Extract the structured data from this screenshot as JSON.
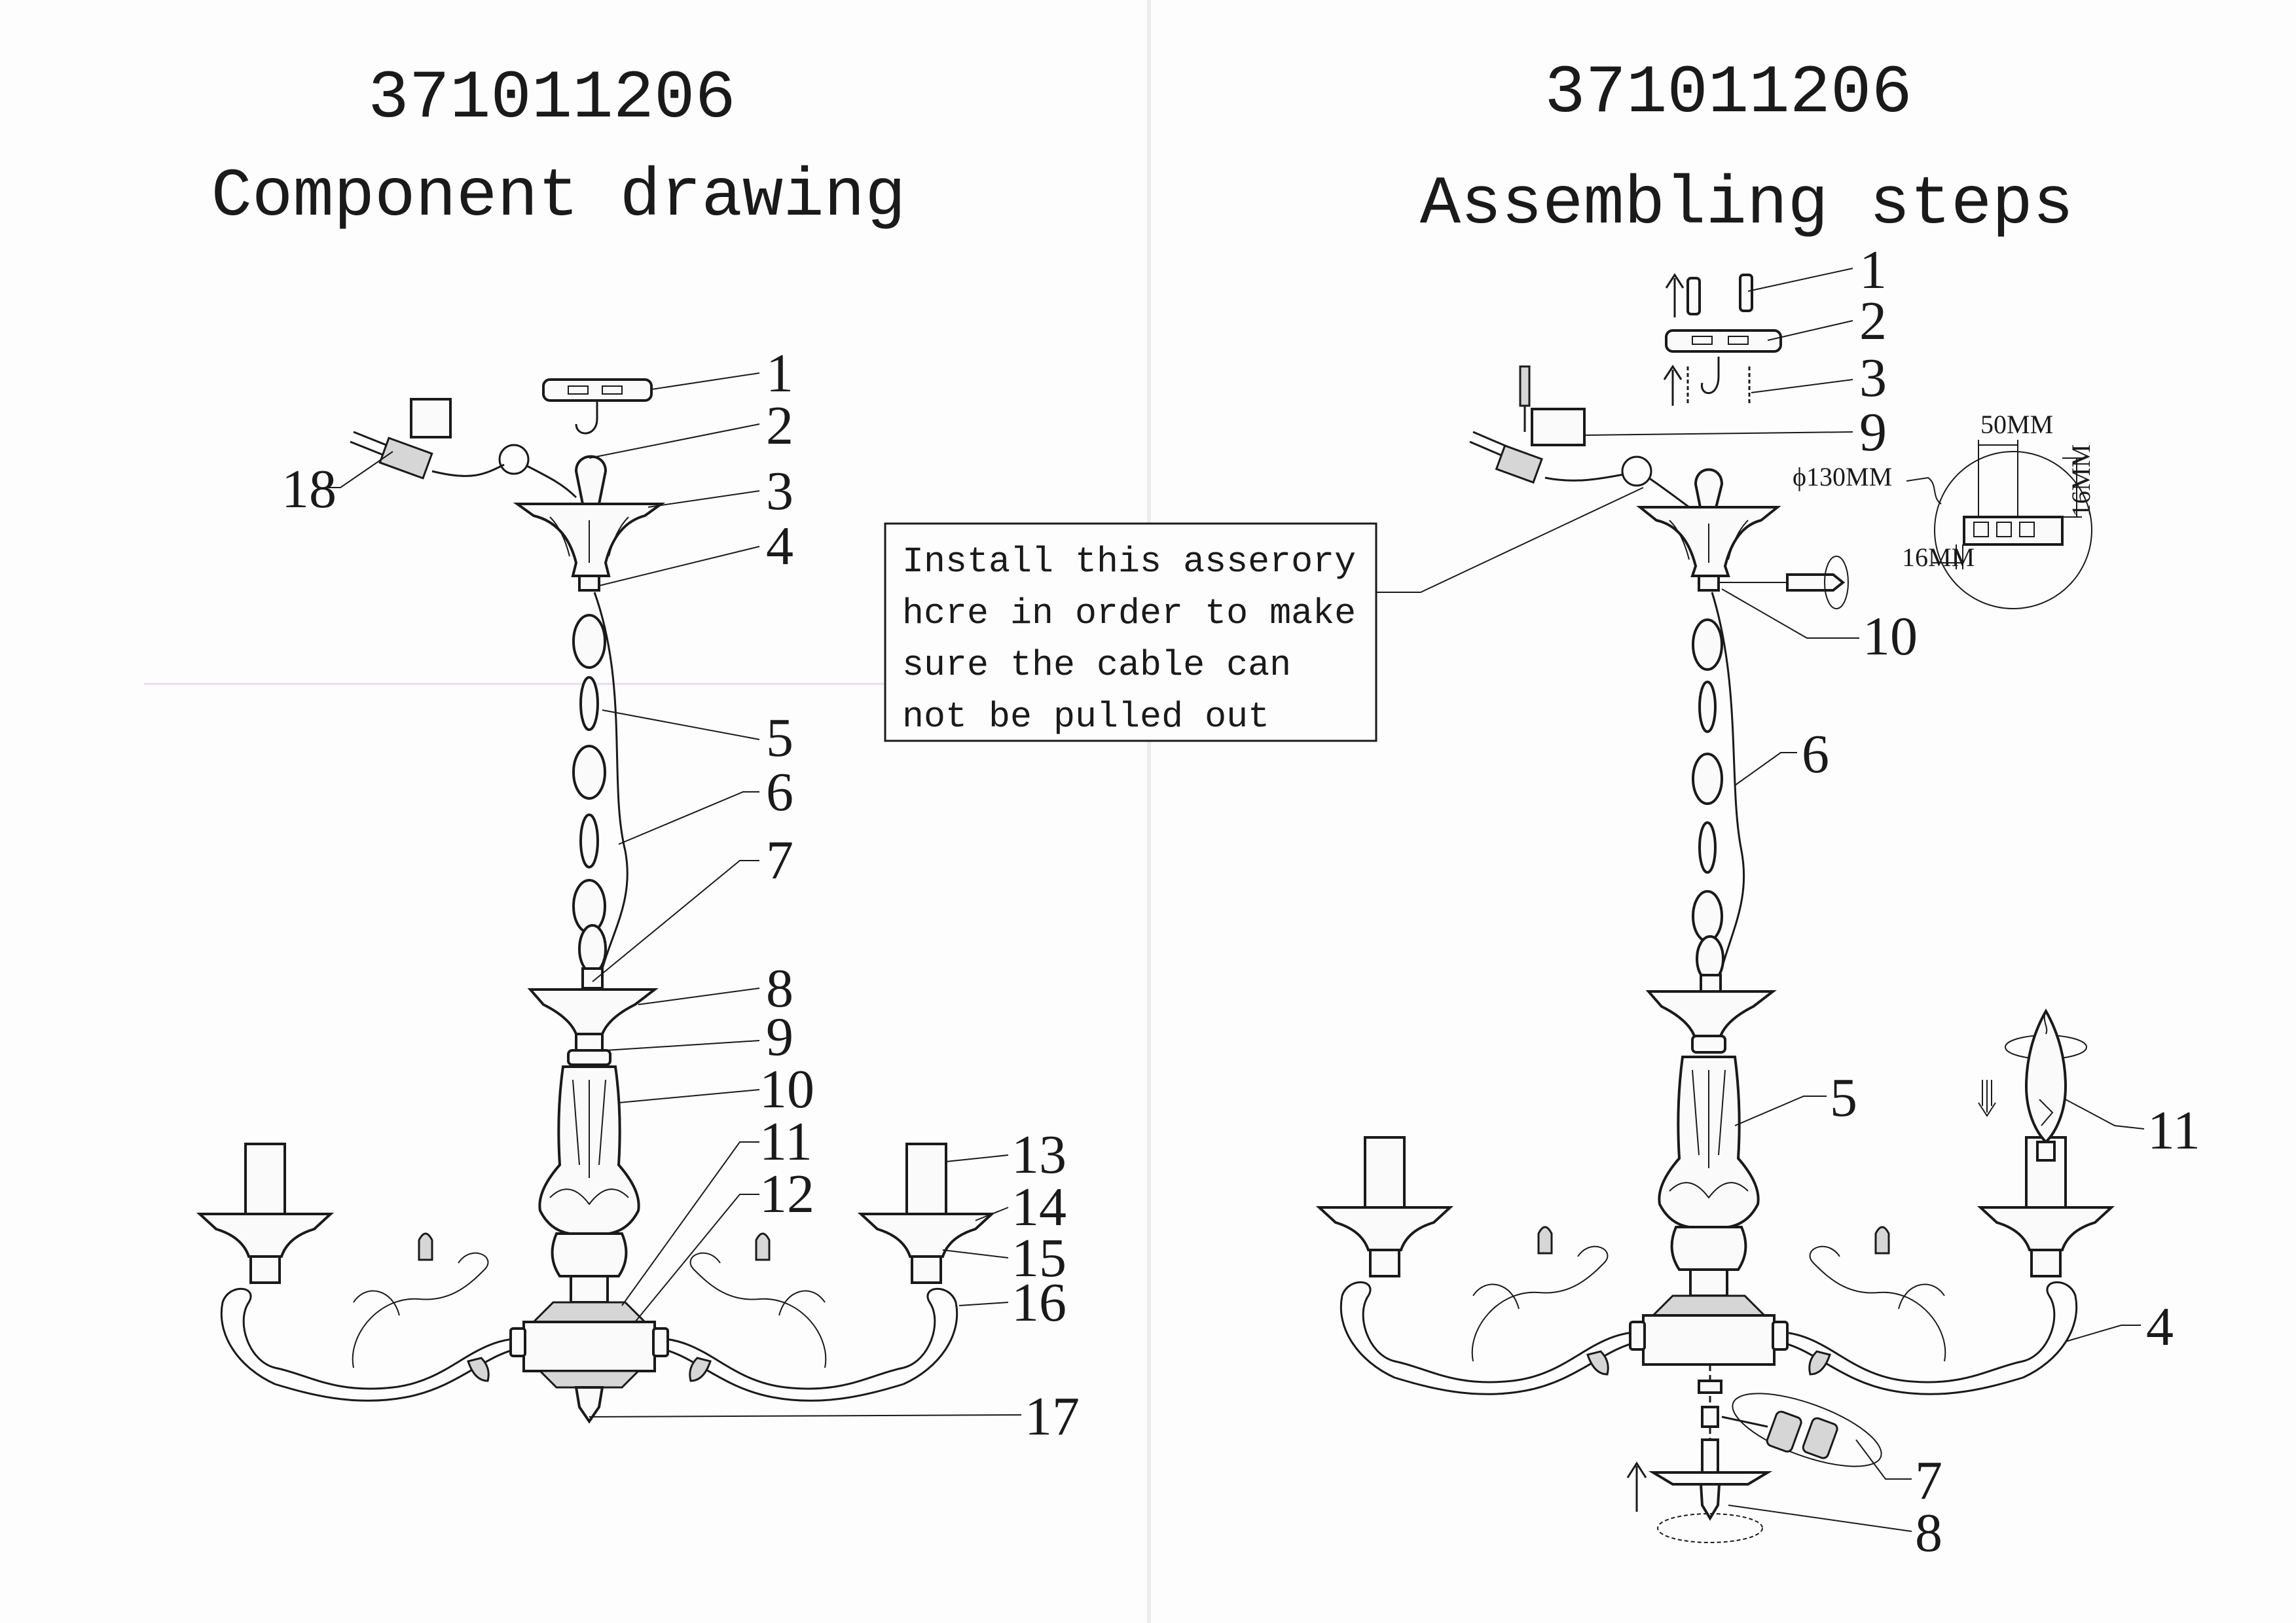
{
  "left_page": {
    "code": "371011206",
    "title": "Component drawing",
    "callouts": [
      "1",
      "2",
      "3",
      "4",
      "5",
      "6",
      "7",
      "8",
      "9",
      "10",
      "11",
      "12",
      "13",
      "14",
      "15",
      "16",
      "17",
      "18"
    ]
  },
  "right_page": {
    "code": "371011206",
    "title": "Assembling steps",
    "callouts": [
      "1",
      "2",
      "3",
      "9",
      "10",
      "6",
      "5",
      "11",
      "4",
      "7",
      "8"
    ],
    "dimensions": {
      "width_label": "50MM",
      "height_label": "16MM",
      "side_label": "16MM",
      "diameter_label": "ϕ130MM"
    }
  },
  "note_box": {
    "lines": [
      "Install this asserory",
      "hcre in order to make",
      "sure the cable can",
      "not be pulled out"
    ]
  }
}
